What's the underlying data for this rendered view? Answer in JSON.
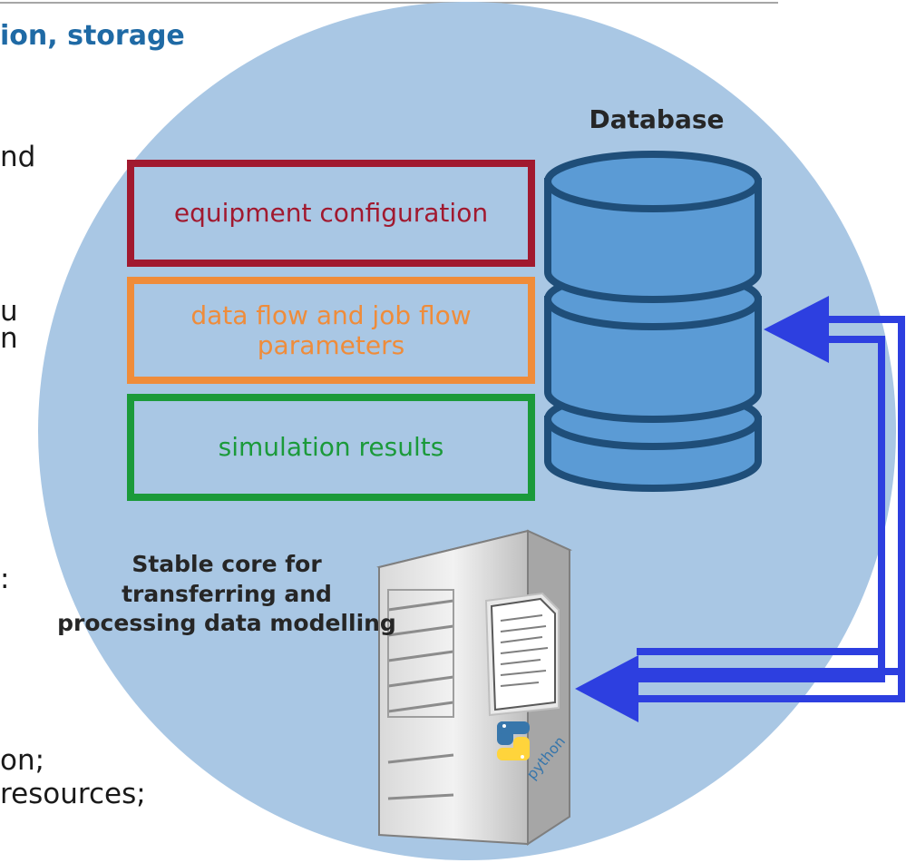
{
  "heading_fragment": "ion, storage",
  "left_text_fragments": [
    "nd",
    "u",
    "n",
    ":",
    "on;",
    "resources;"
  ],
  "database": {
    "label": "Database"
  },
  "boxes": {
    "equipment": "equipment configuration",
    "flow": "data flow and job flow parameters",
    "simulation": "simulation results"
  },
  "core_label": "Stable core for transferring and processing data modelling",
  "server_logo_text": "python",
  "colors": {
    "circle": "#a9c7e4",
    "heading": "#1f6aa5",
    "equipment": "#a1192f",
    "flow": "#ef8c3a",
    "simulation": "#1b9a3a",
    "db_fill": "#5b9bd5",
    "db_stroke": "#1f4e79",
    "arrow": "#2d3fe0"
  },
  "icons": [
    "database-icon",
    "server-icon",
    "document-icon",
    "python-logo-icon",
    "arrow-icon"
  ]
}
